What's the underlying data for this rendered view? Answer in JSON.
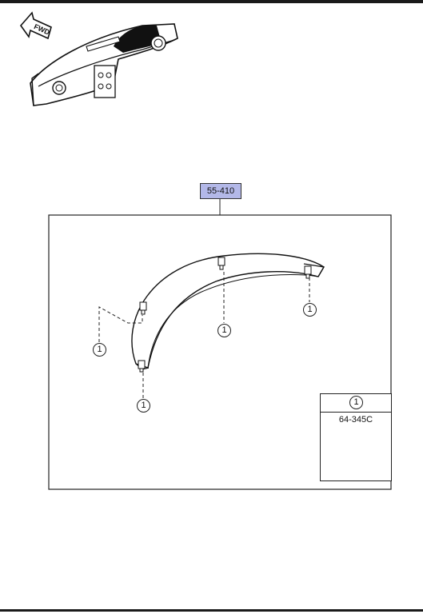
{
  "part_number": "55-410",
  "callout_ref": "1",
  "legend": {
    "ref": "1",
    "part_code": "64-345C"
  },
  "locator": {
    "direction_label": "FWD"
  }
}
